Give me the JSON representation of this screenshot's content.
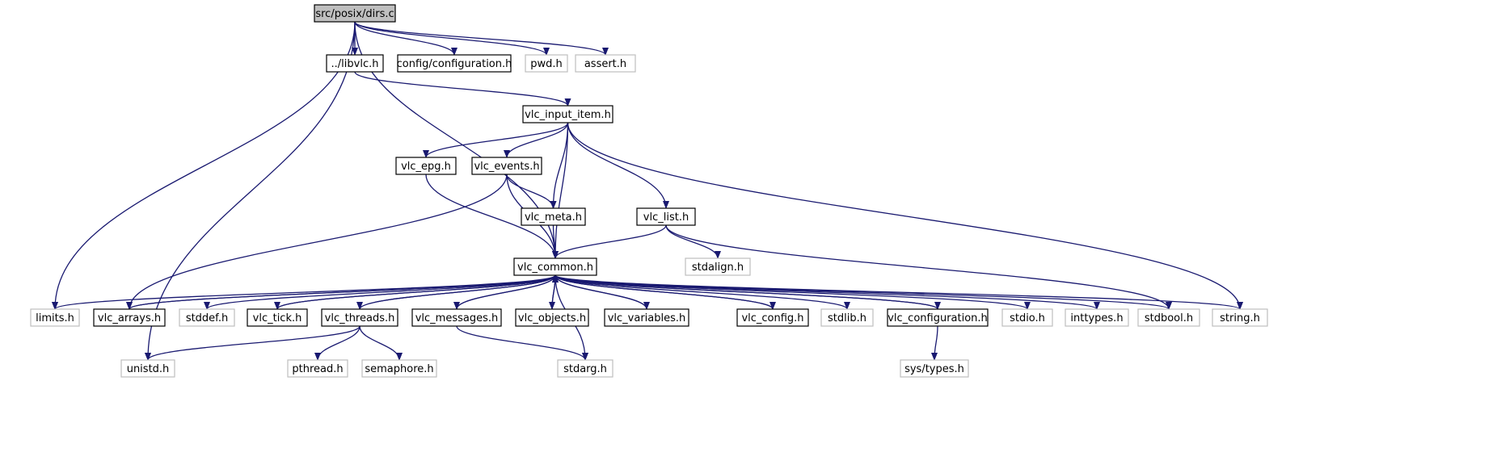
{
  "graph_title": "src/posix/dirs.c",
  "colors": {
    "edge": "#191970",
    "internal_border": "#000000",
    "external_border": "#bfbfbf",
    "root_fill": "#bfbfbf"
  },
  "nodes": [
    {
      "id": "dirs_c",
      "label": "src/posix/dirs.c",
      "kind": "root"
    },
    {
      "id": "libvlc_h",
      "label": "../libvlc.h",
      "kind": "internal"
    },
    {
      "id": "configuration_h",
      "label": "config/configuration.h",
      "kind": "internal"
    },
    {
      "id": "pwd_h",
      "label": "pwd.h",
      "kind": "external"
    },
    {
      "id": "assert_h",
      "label": "assert.h",
      "kind": "external"
    },
    {
      "id": "vlc_input_item_h",
      "label": "vlc_input_item.h",
      "kind": "internal"
    },
    {
      "id": "vlc_epg_h",
      "label": "vlc_epg.h",
      "kind": "internal"
    },
    {
      "id": "vlc_events_h",
      "label": "vlc_events.h",
      "kind": "internal"
    },
    {
      "id": "vlc_meta_h",
      "label": "vlc_meta.h",
      "kind": "internal"
    },
    {
      "id": "vlc_list_h",
      "label": "vlc_list.h",
      "kind": "internal"
    },
    {
      "id": "stdalign_h",
      "label": "stdalign.h",
      "kind": "external"
    },
    {
      "id": "vlc_common_h",
      "label": "vlc_common.h",
      "kind": "internal"
    },
    {
      "id": "limits_h",
      "label": "limits.h",
      "kind": "external"
    },
    {
      "id": "vlc_arrays_h",
      "label": "vlc_arrays.h",
      "kind": "internal"
    },
    {
      "id": "stddef_h",
      "label": "stddef.h",
      "kind": "external"
    },
    {
      "id": "vlc_tick_h",
      "label": "vlc_tick.h",
      "kind": "internal"
    },
    {
      "id": "vlc_threads_h",
      "label": "vlc_threads.h",
      "kind": "internal"
    },
    {
      "id": "vlc_messages_h",
      "label": "vlc_messages.h",
      "kind": "internal"
    },
    {
      "id": "vlc_objects_h",
      "label": "vlc_objects.h",
      "kind": "internal"
    },
    {
      "id": "vlc_variables_h",
      "label": "vlc_variables.h",
      "kind": "internal"
    },
    {
      "id": "vlc_config_h",
      "label": "vlc_config.h",
      "kind": "internal"
    },
    {
      "id": "stdlib_h",
      "label": "stdlib.h",
      "kind": "external"
    },
    {
      "id": "vlc_configuration_h",
      "label": "vlc_configuration.h",
      "kind": "internal"
    },
    {
      "id": "stdio_h",
      "label": "stdio.h",
      "kind": "external"
    },
    {
      "id": "inttypes_h",
      "label": "inttypes.h",
      "kind": "external"
    },
    {
      "id": "stdbool_h",
      "label": "stdbool.h",
      "kind": "external"
    },
    {
      "id": "string_h",
      "label": "string.h",
      "kind": "external"
    },
    {
      "id": "unistd_h",
      "label": "unistd.h",
      "kind": "external"
    },
    {
      "id": "pthread_h",
      "label": "pthread.h",
      "kind": "external"
    },
    {
      "id": "semaphore_h",
      "label": "semaphore.h",
      "kind": "external"
    },
    {
      "id": "stdarg_h",
      "label": "stdarg.h",
      "kind": "external"
    },
    {
      "id": "sys_types_h",
      "label": "sys/types.h",
      "kind": "external"
    }
  ],
  "edges": [
    [
      "dirs_c",
      "libvlc_h"
    ],
    [
      "dirs_c",
      "configuration_h"
    ],
    [
      "dirs_c",
      "pwd_h"
    ],
    [
      "dirs_c",
      "assert_h"
    ],
    [
      "dirs_c",
      "vlc_common_h"
    ],
    [
      "dirs_c",
      "limits_h"
    ],
    [
      "dirs_c",
      "unistd_h"
    ],
    [
      "libvlc_h",
      "vlc_input_item_h"
    ],
    [
      "vlc_input_item_h",
      "vlc_epg_h"
    ],
    [
      "vlc_input_item_h",
      "vlc_events_h"
    ],
    [
      "vlc_input_item_h",
      "vlc_meta_h"
    ],
    [
      "vlc_input_item_h",
      "vlc_common_h"
    ],
    [
      "vlc_input_item_h",
      "vlc_list_h"
    ],
    [
      "vlc_input_item_h",
      "string_h"
    ],
    [
      "vlc_epg_h",
      "vlc_common_h"
    ],
    [
      "vlc_events_h",
      "vlc_meta_h"
    ],
    [
      "vlc_events_h",
      "vlc_common_h"
    ],
    [
      "vlc_events_h",
      "vlc_arrays_h"
    ],
    [
      "vlc_meta_h",
      "vlc_common_h"
    ],
    [
      "vlc_list_h",
      "vlc_common_h"
    ],
    [
      "vlc_list_h",
      "stdalign_h"
    ],
    [
      "vlc_list_h",
      "stdbool_h"
    ],
    [
      "vlc_common_h",
      "limits_h"
    ],
    [
      "vlc_common_h",
      "vlc_arrays_h"
    ],
    [
      "vlc_common_h",
      "stddef_h"
    ],
    [
      "vlc_common_h",
      "vlc_tick_h"
    ],
    [
      "vlc_common_h",
      "vlc_threads_h"
    ],
    [
      "vlc_common_h",
      "vlc_messages_h"
    ],
    [
      "vlc_common_h",
      "vlc_objects_h"
    ],
    [
      "vlc_common_h",
      "vlc_variables_h"
    ],
    [
      "vlc_common_h",
      "vlc_config_h"
    ],
    [
      "vlc_common_h",
      "stdlib_h"
    ],
    [
      "vlc_common_h",
      "vlc_configuration_h"
    ],
    [
      "vlc_common_h",
      "stdio_h"
    ],
    [
      "vlc_common_h",
      "inttypes_h"
    ],
    [
      "vlc_common_h",
      "stdbool_h"
    ],
    [
      "vlc_common_h",
      "string_h"
    ],
    [
      "vlc_common_h",
      "stdarg_h"
    ],
    [
      "vlc_arrays_h",
      "vlc_common_h"
    ],
    [
      "vlc_tick_h",
      "vlc_common_h"
    ],
    [
      "vlc_threads_h",
      "vlc_common_h"
    ],
    [
      "vlc_messages_h",
      "vlc_common_h"
    ],
    [
      "vlc_objects_h",
      "vlc_common_h"
    ],
    [
      "vlc_variables_h",
      "vlc_common_h"
    ],
    [
      "vlc_config_h",
      "vlc_common_h"
    ],
    [
      "vlc_configuration_h",
      "vlc_common_h"
    ],
    [
      "vlc_threads_h",
      "unistd_h"
    ],
    [
      "vlc_threads_h",
      "pthread_h"
    ],
    [
      "vlc_threads_h",
      "semaphore_h"
    ],
    [
      "vlc_messages_h",
      "stdarg_h"
    ],
    [
      "vlc_configuration_h",
      "sys_types_h"
    ]
  ]
}
